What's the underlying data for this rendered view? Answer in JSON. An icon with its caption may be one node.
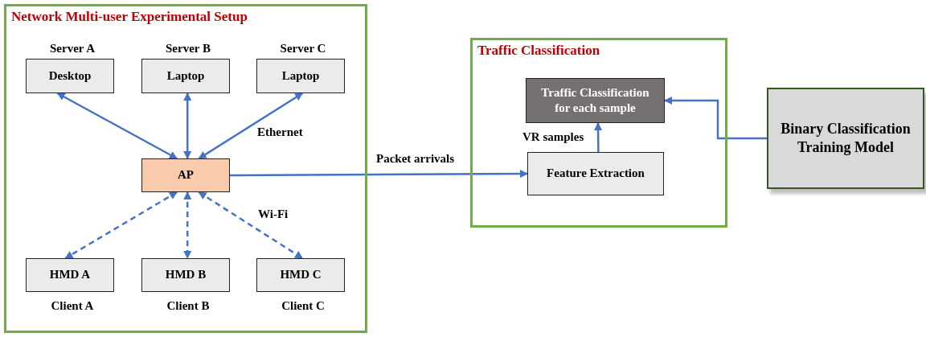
{
  "diagram": {
    "nodes": [
      {
        "text": [
          "Network Multi-user Experimental Setup"
        ]
      },
      {
        "text": [
          "Desktop"
        ],
        "in": 0,
        "beside": [
          "Server A"
        ]
      },
      {
        "text": [
          "Laptop"
        ],
        "in": 0,
        "beside": [
          "Server B"
        ]
      },
      {
        "text": [
          "Laptop"
        ],
        "in": 0,
        "beside": [
          "Server C"
        ]
      },
      {
        "text": [
          "AP"
        ],
        "in": 0
      },
      {
        "text": [
          "HMD A"
        ],
        "in": 0,
        "beside": [
          "Client A"
        ]
      },
      {
        "text": [
          "HMD B"
        ],
        "in": 0,
        "beside": [
          "Client B"
        ]
      },
      {
        "text": [
          "HMD C"
        ],
        "in": 0,
        "beside": [
          "Client C"
        ]
      },
      {
        "text": [
          "Traffic Classification"
        ]
      },
      {
        "text": [
          "Traffic Classification for each sample"
        ],
        "in": 8
      },
      {
        "text": [
          "Feature Extraction"
        ],
        "in": 8
      },
      {
        "text": [
          "Binary Classification Training Model"
        ]
      }
    ],
    "edges": [
      {
        "from": 4,
        "to": 1,
        "arrow": "both"
      },
      {
        "from": 4,
        "to": 2,
        "arrow": "both"
      },
      {
        "from": 4,
        "to": 3,
        "arrow": "both"
      },
      {
        "from": 4,
        "to": 5,
        "arrow": "both",
        "style": "dashed"
      },
      {
        "from": 4,
        "to": 6,
        "arrow": "both",
        "style": "dashed"
      },
      {
        "from": 4,
        "to": 7,
        "arrow": "both",
        "style": "dashed"
      },
      {
        "from": 4,
        "to": 10,
        "arrow": "to",
        "label": "Packet arrivals"
      },
      {
        "from": 10,
        "to": 9,
        "arrow": "to",
        "label": "VR samples"
      },
      {
        "from": 11,
        "to": 9,
        "arrow": "to"
      }
    ],
    "labels": [
      "Ethernet",
      "Wi-Fi"
    ]
  }
}
